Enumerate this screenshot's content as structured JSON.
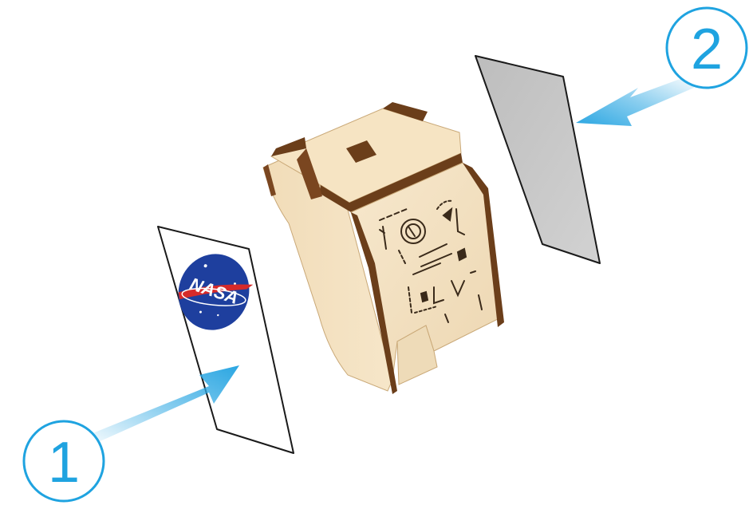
{
  "diagram": {
    "steps": [
      {
        "number": "1"
      },
      {
        "number": "2"
      }
    ],
    "logo_text": "NASA",
    "colors": {
      "callout_blue": "#1fa3e0",
      "arrow_blue": "#2aa6e2",
      "wood_light": "#f3e1c2",
      "wood_mid": "#e6cfa8",
      "wood_edge": "#6b3e1a",
      "engraving": "#3a2a1a",
      "gray_panel": "#c8c8c8",
      "nasa_blue": "#1e3f9e",
      "nasa_red": "#d62a2a"
    }
  }
}
